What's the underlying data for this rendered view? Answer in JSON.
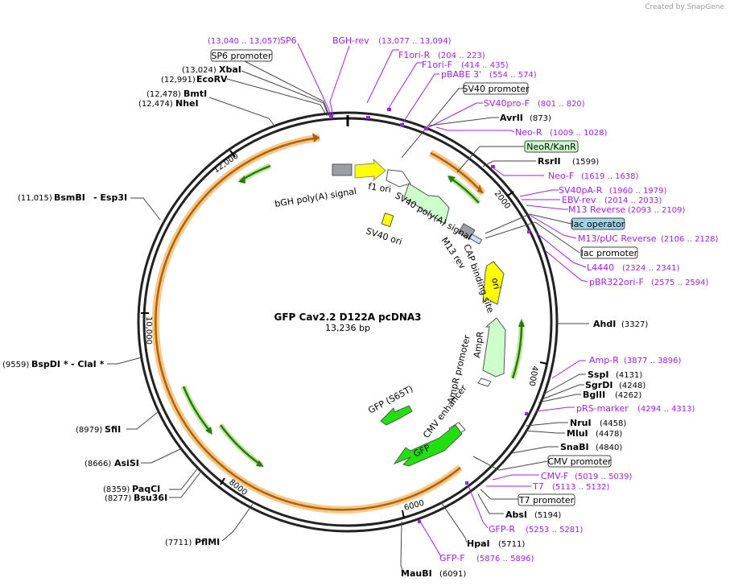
{
  "credit": "Created by SnapGene",
  "plasmid": {
    "name": "GFP Cav2.2 D122A pcDNA3",
    "length": "13,236 bp"
  },
  "ticks": [
    "2000",
    "4000",
    "6000",
    "8000",
    "10,000",
    "12,000"
  ],
  "features": {
    "bgh": "bGH poly(A) signal",
    "f1": "f1 ori",
    "sv40pa": "SV40 poly(A) signal",
    "m13rev": "M13 rev",
    "cap": "CAP binding site",
    "ori": "ori",
    "ampr": "AmpR",
    "amprp": "AmpR promoter",
    "cmve": "CMV enhancer",
    "gfp": "GFP",
    "gfps65t": "GFP (S65T)",
    "sv40ori": "SV40 ori"
  },
  "labels": {
    "l1": {
      "pre": "(13,040 .. 13,057)",
      "name": "SP6"
    },
    "l2": {
      "name": "BGH-rev"
    },
    "l3": {
      "name": "SP6 promoter"
    },
    "l4": {
      "pos": "(13,024)",
      "name": "XbaI"
    },
    "l5": {
      "pos": "(12,991)",
      "name": "EcoRV"
    },
    "l6": {
      "pos": "(12,478)",
      "name": "BmtI"
    },
    "l7": {
      "pos": "(12,474)",
      "name": "NheI"
    },
    "l8": {
      "pos": "(11,015)",
      "name": "BsmBI",
      "name2": "- Esp3I"
    },
    "l9": {
      "pos": "(9559)",
      "name": "BspDI *",
      "name2": "- ClaI *"
    },
    "l10": {
      "pos": "(8979)",
      "name": "SfiI"
    },
    "l11": {
      "pos": "(8666)",
      "name": "AsiSI"
    },
    "l12": {
      "pos": "(8359)",
      "name": "PaqCI"
    },
    "l13": {
      "pos": "(8277)",
      "name": "Bsu36I"
    },
    "l14": {
      "pos": "(7711)",
      "name": "PflMI"
    },
    "r1": {
      "name": "(13,077 .. 13,094)"
    },
    "r2": {
      "name": "F1ori-R",
      "pos": "(204 .. 223)"
    },
    "r3": {
      "name": "F1ori-F",
      "pos": "(414 .. 435)"
    },
    "r4": {
      "name": "pBABE 3'",
      "pos": "(554 .. 574)"
    },
    "r5": {
      "name": "SV40 promoter"
    },
    "r6": {
      "name": "SV40pro-F",
      "pos": "(801 .. 820)"
    },
    "r7": {
      "name": "AvrII",
      "pos": "(873)"
    },
    "r8": {
      "name": "Neo-R",
      "pos": "(1009 .. 1028)"
    },
    "r9": {
      "name": "NeoR/KanR"
    },
    "r10": {
      "name": "RsrII",
      "pos": "(1599)"
    },
    "r11": {
      "name": "Neo-F",
      "pos": "(1619 .. 1638)"
    },
    "r12": {
      "name": "SV40pA-R",
      "pos": "(1960 .. 1979)"
    },
    "r13": {
      "name": "EBV-rev",
      "pos": "(2014 .. 2033)"
    },
    "r14": {
      "name": "M13 Reverse",
      "pos": "(2093 .. 2109)"
    },
    "r15": {
      "name": "lac operator"
    },
    "r16": {
      "name": "M13/pUC Reverse",
      "pos": "(2106 .. 2128)"
    },
    "r17": {
      "name": "lac promoter"
    },
    "r18": {
      "name": "L4440",
      "pos": "(2324 .. 2341)"
    },
    "r19": {
      "name": "pBR322ori-F",
      "pos": "(2575 .. 2594)"
    },
    "r20": {
      "name": "AhdI",
      "pos": "(3327)"
    },
    "r21": {
      "name": "Amp-R",
      "pos": "(3877 .. 3896)"
    },
    "r22": {
      "name": "SspI",
      "pos": "(4131)"
    },
    "r23": {
      "name": "SgrDI",
      "pos": "(4248)"
    },
    "r24": {
      "name": "BglII",
      "pos": "(4262)"
    },
    "r25": {
      "name": "pRS-marker",
      "pos": "(4294 .. 4313)"
    },
    "r26": {
      "name": "NruI",
      "pos": "(4458)"
    },
    "r27": {
      "name": "MluI",
      "pos": "(4478)"
    },
    "r28": {
      "name": "SnaBI",
      "pos": "(4840)"
    },
    "r29": {
      "name": "CMV promoter"
    },
    "r30": {
      "name": "CMV-F",
      "pos": "(5019 .. 5039)"
    },
    "r31": {
      "name": "T7",
      "pos": "(5113 .. 5132)"
    },
    "r32": {
      "name": "T7 promoter"
    },
    "r33": {
      "name": "AbsI",
      "pos": "(5194)"
    },
    "r34": {
      "name": "GFP-R",
      "pos": "(5253 .. 5281)"
    },
    "r35": {
      "name": "HpaI",
      "pos": "(5711)"
    },
    "r36": {
      "name": "GFP-F",
      "pos": "(5876 .. 5896)"
    },
    "r37": {
      "name": "MauBI",
      "pos": "(6091)"
    }
  },
  "colors": {
    "primer": "#a020f0",
    "ring": "#222222",
    "orf": "#f0a030",
    "green_arrow": "#2a8a10",
    "gfp": "#22e010",
    "f1": "#ffff00",
    "light_green": "#ccffcc",
    "neo_box": "#ccffcc",
    "lac_box": "#9ed3e6"
  }
}
